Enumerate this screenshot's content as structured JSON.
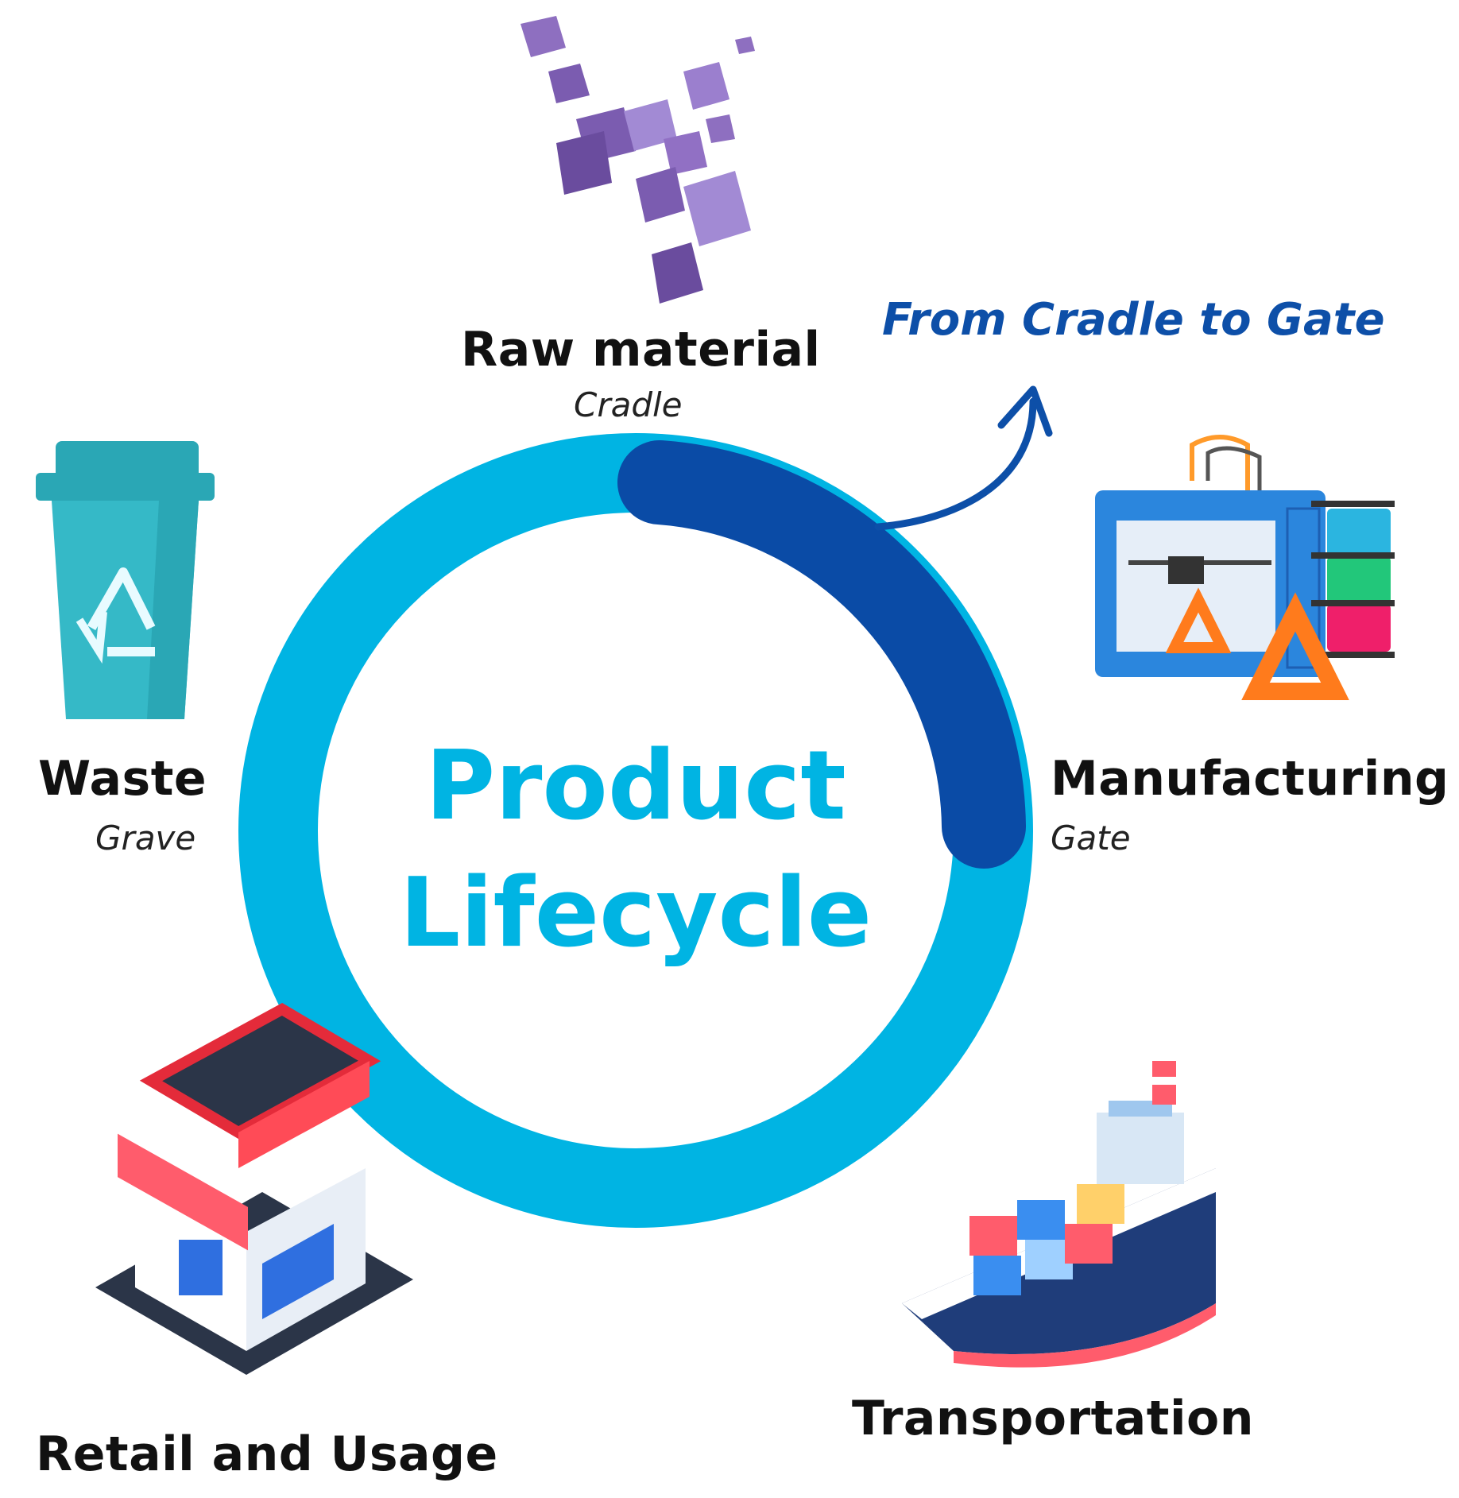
{
  "center": {
    "line1": "Product",
    "line2": "Lifecycle"
  },
  "callout": {
    "text": "From Cradle to Gate"
  },
  "stages": {
    "raw_material": {
      "title": "Raw material",
      "subtitle": "Cradle",
      "icon": "cubes-icon"
    },
    "manufacturing": {
      "title": "Manufacturing",
      "subtitle": "Gate",
      "icon": "3d-printer-icon"
    },
    "transportation": {
      "title": "Transportation",
      "icon": "cargo-ship-icon"
    },
    "retail": {
      "title": "Retail and Usage",
      "icon": "store-icon"
    },
    "waste": {
      "title": "Waste",
      "subtitle": "Grave",
      "icon": "recycle-bin-icon"
    }
  },
  "colors": {
    "ring": "#00b4e3",
    "highlight": "#0a4ba6",
    "center_text": "#00b4e3",
    "callout": "#0d4fa8"
  }
}
